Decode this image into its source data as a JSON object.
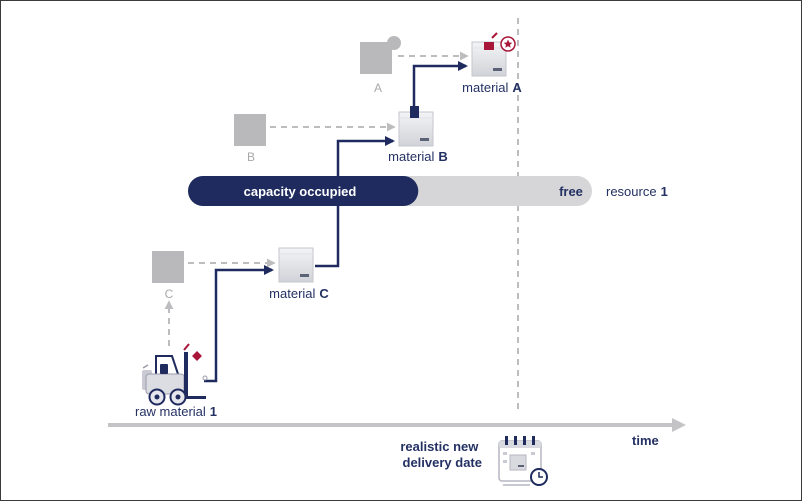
{
  "diagram": {
    "resource": {
      "label": "resource",
      "number": "1"
    },
    "capacity": {
      "occupied_label": "capacity occupied",
      "free_label": "free",
      "occupied_fraction": 0.57
    },
    "placeholders": [
      {
        "label": "A"
      },
      {
        "label": "B"
      },
      {
        "label": "C"
      }
    ],
    "materials": [
      {
        "prefix": "material",
        "id": "A"
      },
      {
        "prefix": "material",
        "id": "B"
      },
      {
        "prefix": "material",
        "id": "C"
      }
    ],
    "raw_material": {
      "label": "raw material",
      "number": "1"
    },
    "time_axis": {
      "label": "time"
    },
    "delivery": {
      "line1": "realistic new",
      "line2": "delivery date"
    },
    "icons": [
      "forklift-icon",
      "calendar-clock-icon",
      "star-badge-icon",
      "material-box-icon"
    ]
  },
  "colors": {
    "navy": "#1f2b5e",
    "bar_free": "#d6d6d8",
    "accent_red": "#a8173a",
    "placeholder_gray": "#b9b9bb",
    "dashed_gray": "#bdbdbf",
    "axis_gray": "#c4c4c6"
  }
}
